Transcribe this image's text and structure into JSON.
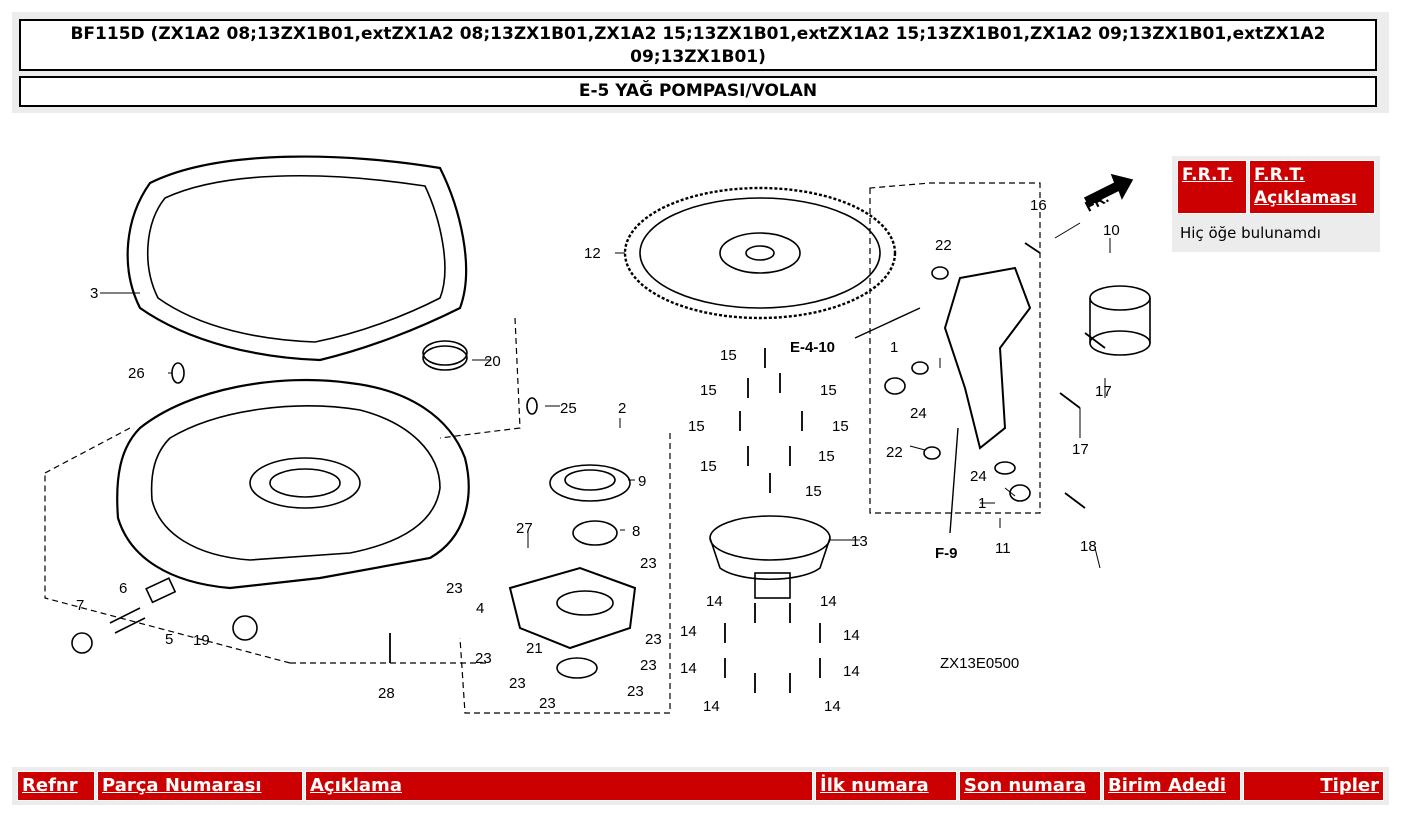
{
  "header": {
    "title": "BF115D (ZX1A2 08;13ZX1B01,extZX1A2 08;13ZX1B01,ZX1A2 15;13ZX1B01,extZX1A2 15;13ZX1B01,ZX1A2 09;13ZX1B01,extZX1A2 09;13ZX1B01)",
    "subtitle": "E-5 YAĞ POMPASI/VOLAN"
  },
  "diagram": {
    "code": "ZX13E0500",
    "direction_label": "FR.",
    "refs": [
      "E-4-10",
      "F-9"
    ],
    "callouts": [
      "1",
      "2",
      "3",
      "4",
      "5",
      "6",
      "7",
      "8",
      "9",
      "10",
      "11",
      "12",
      "13",
      "14",
      "15",
      "16",
      "17",
      "18",
      "19",
      "20",
      "21",
      "22",
      "23",
      "24",
      "25",
      "26",
      "27",
      "28"
    ]
  },
  "frt": {
    "col1": "F.R.T.",
    "col2": "F.R.T. Açıklaması",
    "empty_text": "Hiç öğe bulunamdı"
  },
  "table": {
    "headers": [
      "Refnr",
      "Parça Numarası",
      "Açıklama",
      "İlk numara",
      "Son numara",
      "Birim Adedi",
      "Tipler"
    ]
  },
  "colors": {
    "header_red": "#cc0000",
    "panel_gray": "#ececec"
  }
}
